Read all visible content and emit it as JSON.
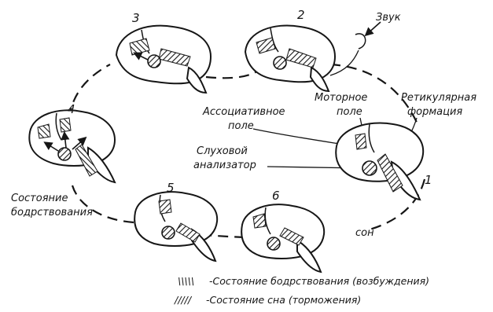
{
  "stages": [
    {
      "number": "1",
      "state": "sleep"
    },
    {
      "number": "2",
      "state": "sleep"
    },
    {
      "number": "3",
      "state": "awakening"
    },
    {
      "number": "4",
      "state": "wakefulness"
    },
    {
      "number": "5",
      "state": "sleep"
    },
    {
      "number": "6",
      "state": "sleep"
    }
  ],
  "labels": {
    "sound": "Звук",
    "motor_field_1": "Моторное",
    "motor_field_2": "поле",
    "associative_field_1": "Ассоциативное",
    "associative_field_2": "поле",
    "reticular_formation_1": "Ретикулярная",
    "reticular_formation_2": "формация",
    "auditory_analyzer_1": "Слуховой",
    "auditory_analyzer_2": "анализатор",
    "wakefulness_1": "Состояние",
    "wakefulness_2": "бодрствования",
    "sleep": "сон"
  },
  "legend": [
    {
      "symbol": "\\\\\\\\\\",
      "text": "-Состояние  бодрствования (возбуждения)"
    },
    {
      "symbol": "/////",
      "text": "-Состояние  сна (торможения)"
    }
  ]
}
